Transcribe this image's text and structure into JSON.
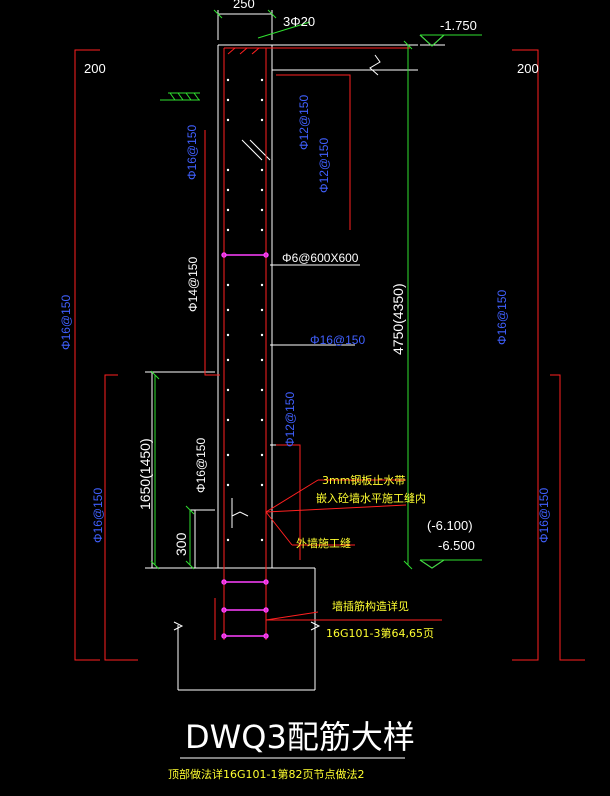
{
  "colors": {
    "background": "#000000",
    "white": "#ffffff",
    "red": "#ff2020",
    "green": "#30e030",
    "yellow": "#ffff30",
    "blue": "#4060ff",
    "magenta": "#ff40ff"
  },
  "labels": {
    "width_dim": "250",
    "top_bar": "3Φ20",
    "elev_top": "-1.750",
    "cover_left": "200",
    "cover_right": "200",
    "blue_left_upper": "Φ16@150",
    "blue_left_lower": "Φ16@150",
    "blue_right_upper": "Φ16@150",
    "blue_right_lower": "Φ16@150",
    "blue_inner_1": "Φ16@150",
    "blue_inner_2": "Φ12@150",
    "blue_inner_3": "Φ12@150",
    "blue_inner_4": "Φ16@150",
    "tie_bar": "Φ6@600X600",
    "vert_white_1": "Φ14@150",
    "vert_white_2": "Φ16@150",
    "blue_inner_5": "Φ12@150",
    "height_total": "4750(4350)",
    "height_lower": "1650(1450)",
    "dim_300": "300",
    "waterstop_line1": "3mm钢板止水带",
    "waterstop_line2": "嵌入砼墙水平施工缝内",
    "construction_joint": "外墙施工缝",
    "elev_bottom_alt": "(-6.100)",
    "elev_bottom": "-6.500",
    "anchor_line1": "墙插筋构造详见",
    "anchor_line2": "16G101-3第64,65页",
    "title": "DWQ3配筋大样",
    "note": "顶部做法详16G101-1第82页节点做法2"
  }
}
